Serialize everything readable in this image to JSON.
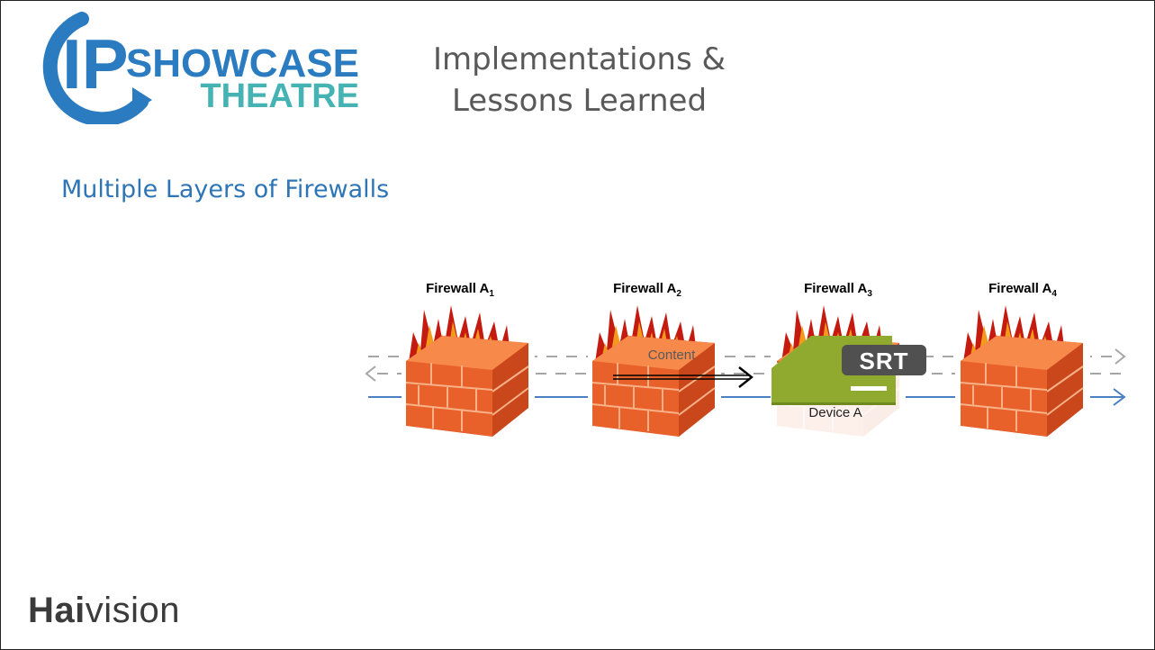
{
  "header": {
    "title_line1": "Implementations &",
    "title_line2": "Lessons Learned",
    "logo": {
      "mark": "IP",
      "line1": "SHOWCASE",
      "line2": "THEATRE"
    }
  },
  "subtitle": "Multiple Layers of Firewalls",
  "diagram": {
    "firewalls": [
      {
        "label": "Firewall A",
        "subscript": "1"
      },
      {
        "label": "Firewall A",
        "subscript": "2"
      },
      {
        "label": "Firewall A",
        "subscript": "3"
      },
      {
        "label": "Firewall A",
        "subscript": "4"
      }
    ],
    "content_label": "Content",
    "device_label": "Device A",
    "srt_badge": "SRT"
  },
  "footer": {
    "brand_bold": "Hai",
    "brand_light": "vision"
  },
  "colors": {
    "accent_blue": "#2E75B6",
    "flow_blue": "#4A7FC1",
    "dashed_gray": "#A6A6A6",
    "logo_blue": "#2B7BC0",
    "logo_teal": "#45B2B4",
    "device_green": "#8FAA2E",
    "srt_badge_gray": "#505050",
    "brick_orange": "#E8602A"
  }
}
